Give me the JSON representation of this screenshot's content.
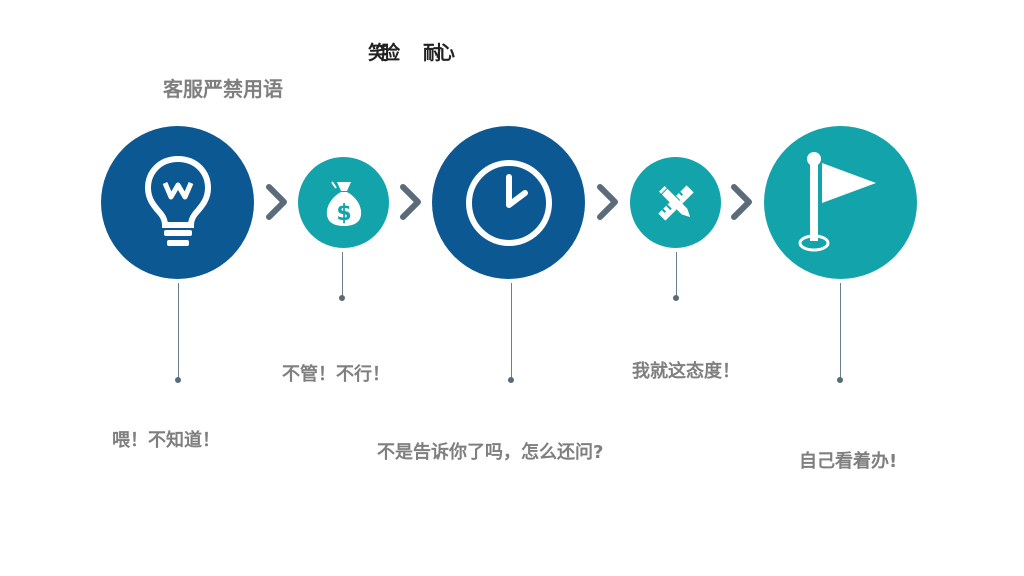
{
  "header": {
    "fragment_left": "笑脸",
    "fragment_right": "耐心",
    "section_title": "客服严禁用语"
  },
  "colors": {
    "dark_blue": "#0b5893",
    "teal": "#12a3ab",
    "chevron_gray": "#5b6b79"
  },
  "steps": [
    {
      "icon": "lightbulb-icon",
      "caption": "喂！不知道！"
    },
    {
      "icon": "money-bag-icon",
      "caption": "不管！不行！"
    },
    {
      "icon": "clock-icon",
      "caption": "不是告诉你了吗，怎么还问?"
    },
    {
      "icon": "ruler-pencil-icon",
      "caption": "我就这态度！"
    },
    {
      "icon": "flag-icon",
      "caption": "自己看着办!"
    }
  ]
}
